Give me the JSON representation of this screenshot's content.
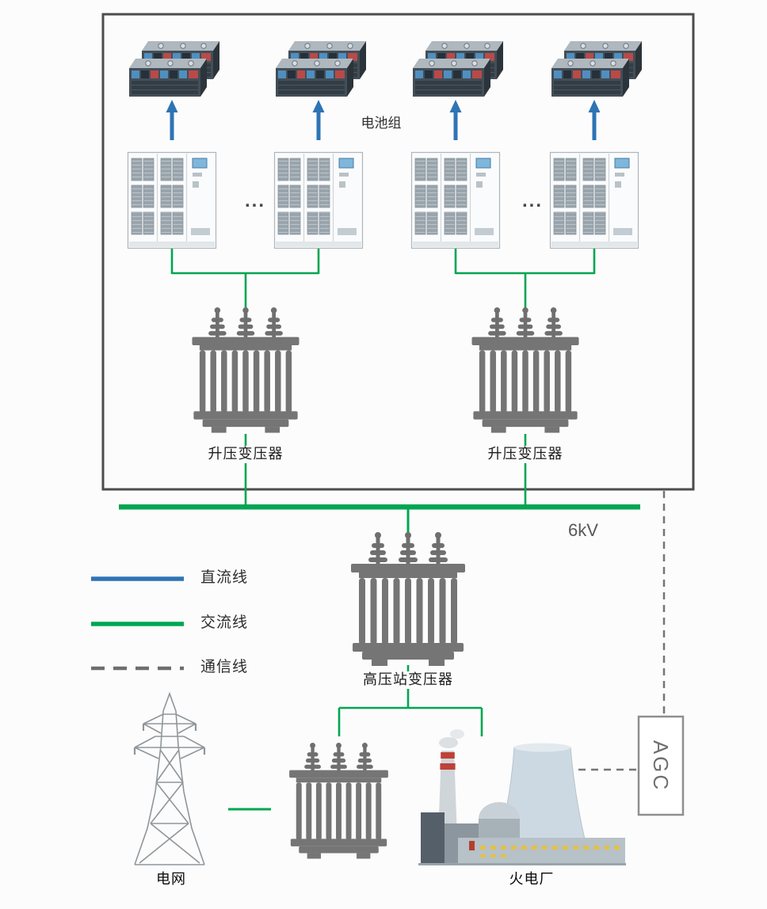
{
  "diagram": {
    "battery_group_label": "电池组",
    "ellipsis": "...",
    "step_up_transformer_left_label": "升压变压器",
    "step_up_transformer_right_label": "升压变压器",
    "bus_voltage_label": "6kV",
    "hv_station_transformer_label": "高压站变压器",
    "grid_label": "电网",
    "thermal_plant_label": "火电厂",
    "agc_label": "AGC"
  },
  "legend": {
    "items": [
      {
        "label": "直流线",
        "line_style": "solid",
        "color": "#2e74b5"
      },
      {
        "label": "交流线",
        "line_style": "solid",
        "color": "#00a651"
      },
      {
        "label": "通信线",
        "line_style": "dashed",
        "color": "#6e6e6e"
      }
    ]
  },
  "colors": {
    "dc_line": "#2e74b5",
    "ac_line": "#00a651",
    "comm_line": "#6e6e6e",
    "frame_border": "#4c4c4c",
    "transformer_gray": "#757575"
  }
}
